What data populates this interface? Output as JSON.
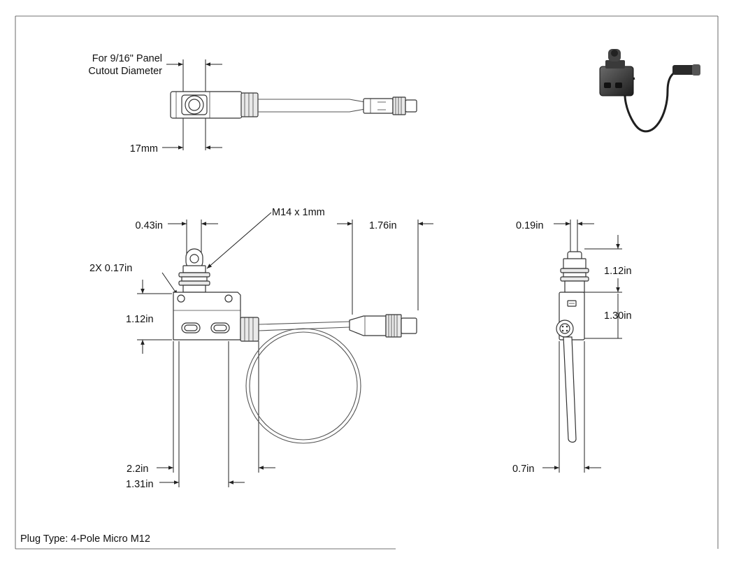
{
  "top_view": {
    "cutout_label_line1": "For 9/16\" Panel",
    "cutout_label_line2": "Cutout Diameter",
    "width_label": "17mm"
  },
  "front_view": {
    "dim_043": "0.43in",
    "thread_label": "M14 x 1mm",
    "dim_176": "1.76in",
    "holes_label": "2X 0.17in",
    "dim_112": "1.12in",
    "dim_22": "2.2in",
    "dim_131": "1.31in"
  },
  "side_view": {
    "dim_019": "0.19in",
    "dim_112": "1.12in",
    "dim_130": "1.30in",
    "dim_07": "0.7in"
  },
  "footer": {
    "plug_type": "Plug Type: 4-Pole Micro M12"
  }
}
